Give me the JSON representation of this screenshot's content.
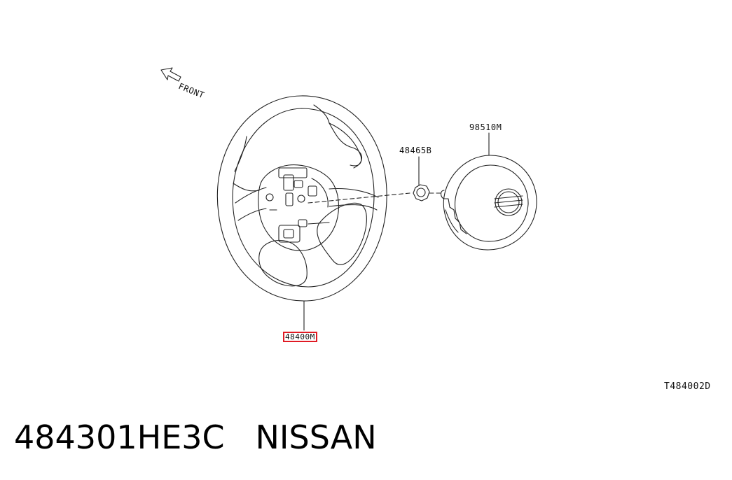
{
  "diagram": {
    "front_label": "FRONT",
    "parts": {
      "steering_wheel": "48400M",
      "nut": "48465B",
      "airbag_module": "98510M"
    },
    "reference_code": "T484002D",
    "highlight_color": "#e01b24",
    "line_color": "#222222"
  },
  "caption": {
    "part_number": "484301HE3C",
    "brand": "NISSAN"
  },
  "icons": [
    "front-arrow-icon",
    "steering-wheel-icon",
    "nut-icon",
    "airbag-module-icon",
    "nissan-logo-icon"
  ]
}
